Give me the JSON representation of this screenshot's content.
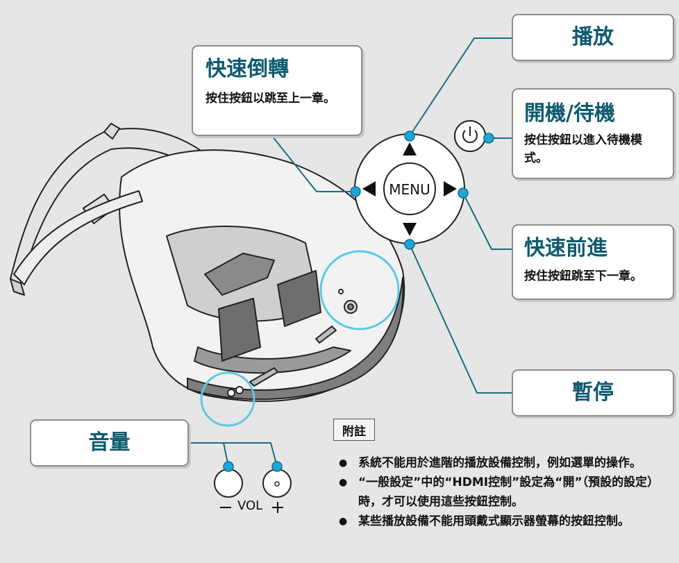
{
  "callouts": {
    "rewind": {
      "title": "快速倒轉",
      "desc": "按住按鈕以跳至上一章。"
    },
    "play": {
      "title": "播放"
    },
    "power": {
      "title": "開機/待機",
      "desc": "按住按鈕以進入待機模式。"
    },
    "forward": {
      "title": "快速前進",
      "desc": "按住按鈕跳至下一章。"
    },
    "pause": {
      "title": "暫停"
    },
    "volume": {
      "title": "音量"
    }
  },
  "control_pad": {
    "center_label": "MENU"
  },
  "volume_buttons": {
    "label": "VOL"
  },
  "note": {
    "tag": "附註",
    "items": [
      "系統不能用於進階的播放設備控制，例如選單的操作。",
      "“一般設定”中的“HDMI控制”設定為“開”（預設的設定）時，才可以使用這些按鈕控制。",
      "某些播放設備不能用頭戴式顯示器螢幕的按鈕控制。"
    ]
  },
  "colors": {
    "accent": "#0e5a6f",
    "line": "#1b6b82",
    "dot": "#1aa7dc",
    "highlight": "#5cc8e8",
    "background": "#e6e6e6"
  }
}
